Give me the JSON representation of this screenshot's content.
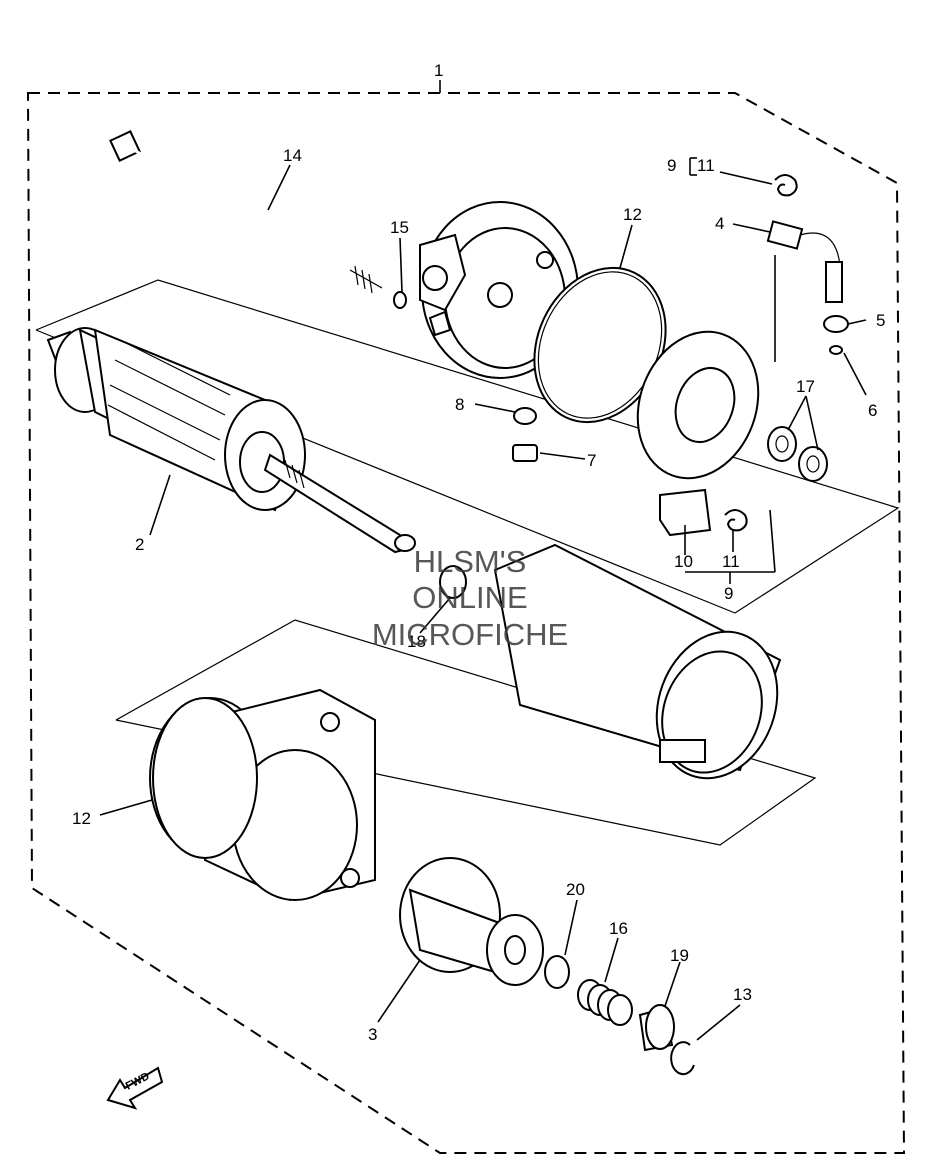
{
  "watermark": {
    "line1": "HLSM'S",
    "line2": "ONLINE",
    "line3": "MICROFICHE"
  },
  "fwd_arrow": {
    "text": "FWD"
  },
  "callouts": {
    "c1": "1",
    "c2": "2",
    "c3": "3",
    "c4": "4",
    "c5": "5",
    "c6": "6",
    "c7": "7",
    "c8": "8",
    "c9a": "9",
    "c9b": "9",
    "c10": "10",
    "c11a": "11",
    "c11b": "11",
    "c12a": "12",
    "c12b": "12",
    "c13": "13",
    "c14": "14",
    "c15": "15",
    "c16": "16",
    "c17": "17",
    "c18": "18",
    "c19": "19",
    "c20": "20"
  }
}
